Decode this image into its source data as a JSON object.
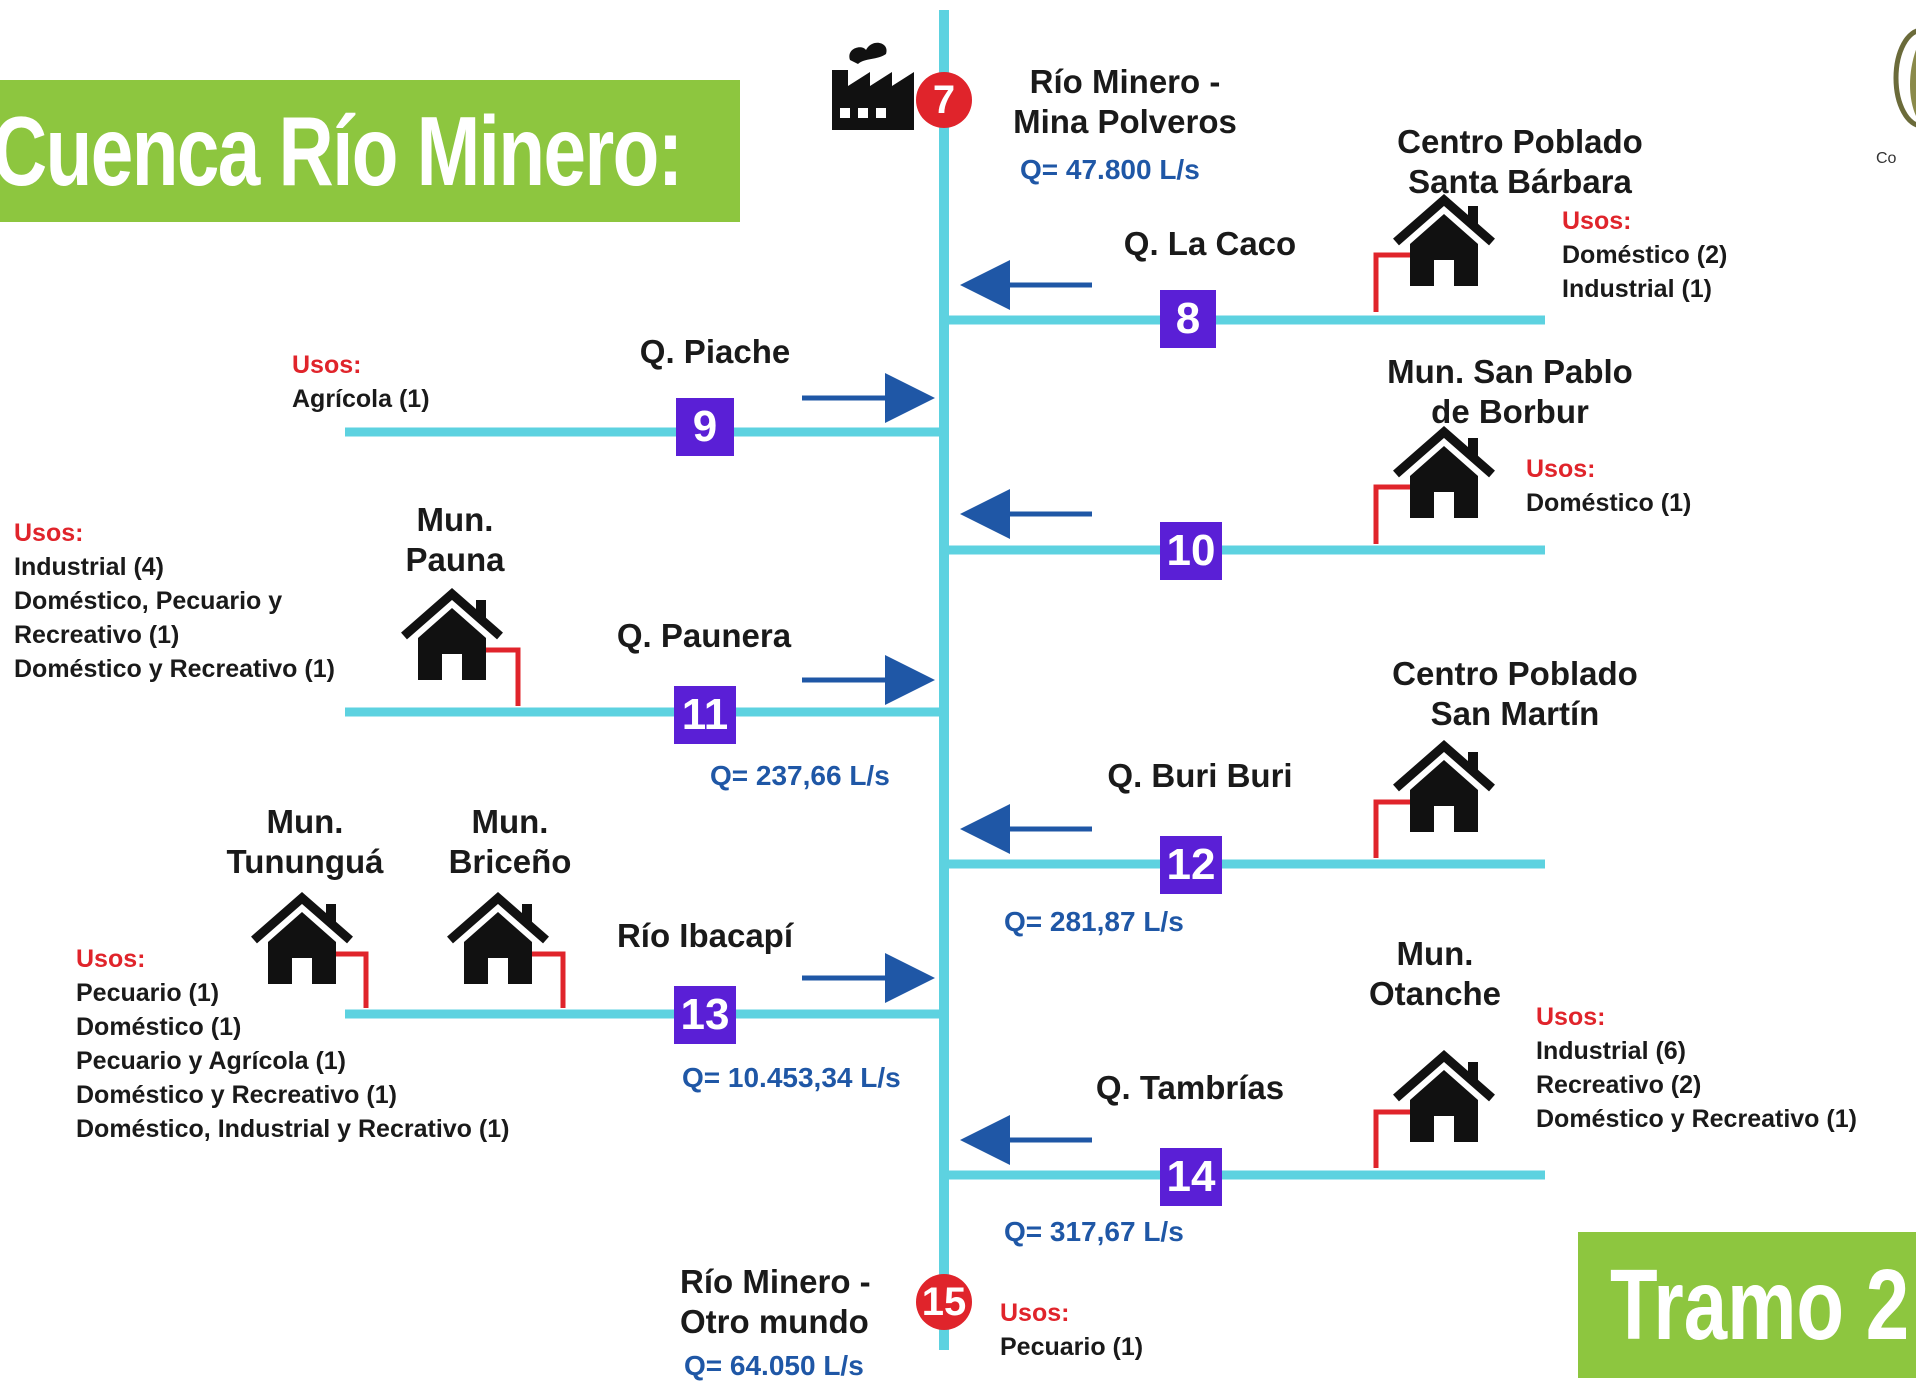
{
  "title": "Cuenca Río Minero:",
  "tramo": "Tramo 2",
  "logo_text": "Co",
  "usos_label": "Usos:",
  "colors": {
    "river": "#5dd2e0",
    "arrow": "#1f57a6",
    "badge": "#5a1fd6",
    "red": "#e0242b",
    "green": "#8dc63f"
  },
  "top": {
    "num": "7",
    "name_line1": "Río Minero -",
    "name_line2": "Mina Polveros",
    "q": "Q= 47.800 L/s",
    "icon": "factory-icon"
  },
  "bottom": {
    "num": "15",
    "name_line1": "Río Minero -",
    "name_line2": "Otro mundo",
    "q": "Q= 64.050 L/s",
    "usos": [
      "Pecuario (1)"
    ]
  },
  "tributaries": [
    {
      "num": "8",
      "name": "Q. La Caco",
      "side": "right",
      "q": "",
      "place": [
        "Centro Poblado",
        "Santa Bárbara"
      ],
      "usos": [
        "Doméstico (2)",
        "Industrial (1)"
      ]
    },
    {
      "num": "9",
      "name": "Q. Piache",
      "side": "left",
      "q": "",
      "place": [],
      "usos": [
        "Agrícola (1)"
      ]
    },
    {
      "num": "10",
      "name": "",
      "side": "right",
      "q": "",
      "place": [
        "Mun. San Pablo",
        "de Borbur"
      ],
      "usos": [
        "Doméstico (1)"
      ]
    },
    {
      "num": "11",
      "name": "Q. Paunera",
      "side": "left",
      "q": "Q= 237,66 L/s",
      "place": [
        "Mun.",
        "Pauna"
      ],
      "usos": [
        "Industrial (4)",
        "Doméstico, Pecuario y",
        "Recreativo (1)",
        "Doméstico y Recreativo (1)"
      ]
    },
    {
      "num": "12",
      "name": "Q. Buri Buri",
      "side": "right",
      "q": "Q= 281,87 L/s",
      "place": [
        "Centro Poblado",
        "San Martín"
      ],
      "usos": []
    },
    {
      "num": "13",
      "name": "Río Ibacapí",
      "side": "left",
      "q": "Q= 10.453,34 L/s",
      "place": [
        "Mun.",
        "Tununguá"
      ],
      "place2": [
        "Mun.",
        "Briceño"
      ],
      "usos": [
        "Pecuario (1)",
        "Doméstico (1)",
        "Pecuario y Agrícola (1)",
        "Doméstico y Recreativo (1)",
        "Doméstico, Industrial y Recrativo (1)"
      ]
    },
    {
      "num": "14",
      "name": "Q. Tambrías",
      "side": "right",
      "q": "Q= 317,67 L/s",
      "place": [
        "Mun.",
        "Otanche"
      ],
      "usos": [
        "Industrial (6)",
        "Recreativo (2)",
        "Doméstico y Recreativo (1)"
      ]
    }
  ]
}
